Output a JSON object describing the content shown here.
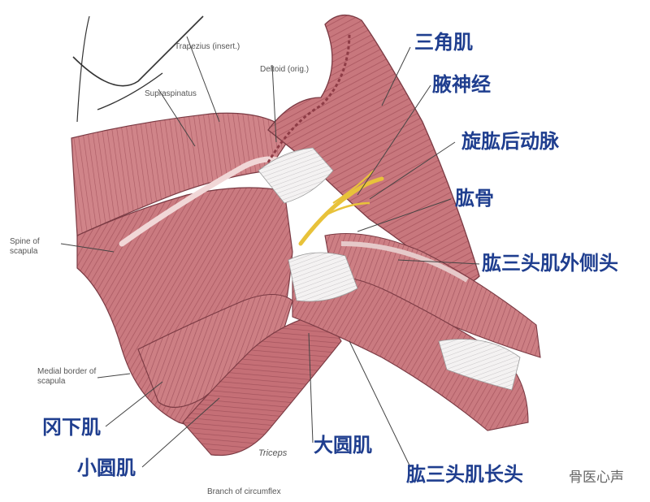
{
  "labels_cn": {
    "deltoid": "三角肌",
    "axillary_nerve": "腋神经",
    "posterior_circumflex_humeral_artery": "旋肱后动脉",
    "humerus": "肱骨",
    "triceps_lateral_head": "肱三头肌外侧头",
    "infraspinatus": "冈下肌",
    "teres_minor": "小圆肌",
    "teres_major": "大圆肌",
    "triceps_long_head": "肱三头肌长头"
  },
  "labels_en": {
    "trapezius": "Trapezius (insert.)",
    "deltoid_origin": "Deltoid (orig.)",
    "supraspinatus": "Supraspinatus",
    "spine_of_scapula": "Spine of scapula",
    "medial_border": "Medial border of scapula",
    "triceps_small": "Triceps",
    "branch_circumflex": "Branch of circumflex"
  },
  "watermark": "骨医心声",
  "colors": {
    "muscle": "#c8777d",
    "muscle_light": "#dda2a4",
    "muscle_dark": "#a85560",
    "tendon": "#f0eeee",
    "nerve": "#e8c23a",
    "label_blue": "#1f3e8f",
    "outline": "#333333"
  }
}
